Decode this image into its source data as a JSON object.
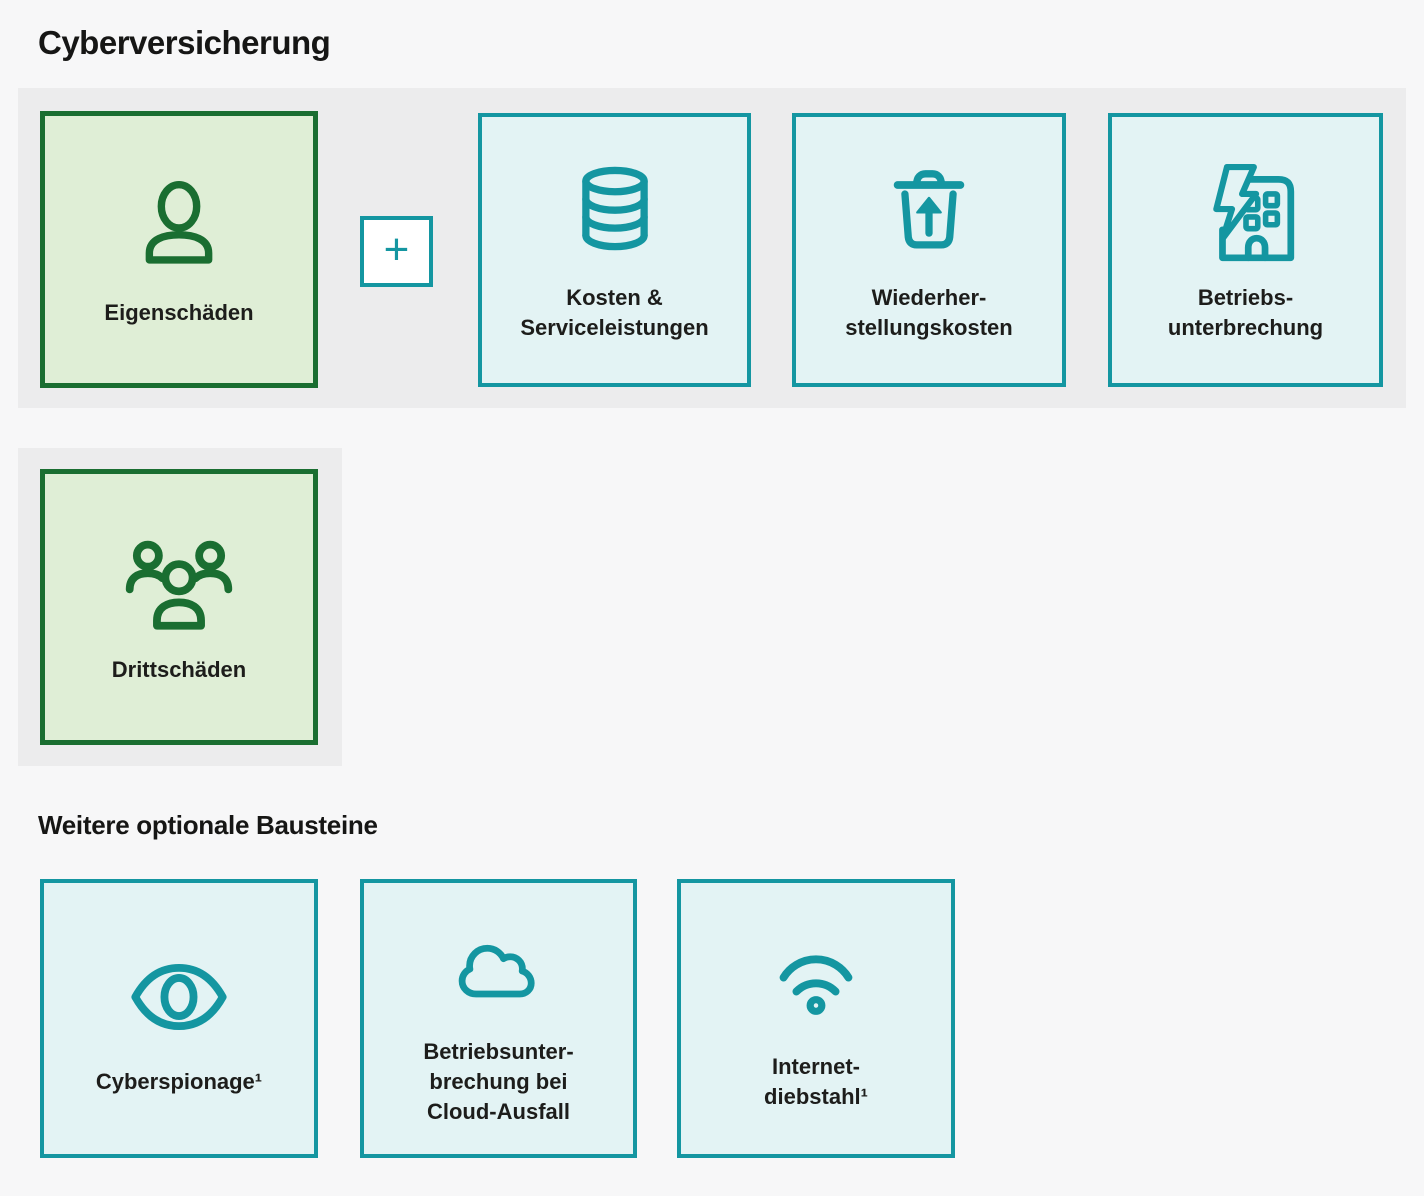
{
  "title": "Cyberversicherung",
  "optional_heading": "Weitere optionale Bausteine",
  "colors": {
    "page_bg": "#f7f7f8",
    "band_bg": "#ececed",
    "green_border": "#1a6e31",
    "green_fill": "#dfeed6",
    "teal_border": "#1496a1",
    "teal_fill": "#e3f3f4",
    "plus_bg": "#ffffff",
    "text": "#1d1d1b"
  },
  "modules": {
    "eigenschaeden": {
      "label": "Eigenschäden",
      "icon": "person-icon",
      "variant": "green"
    },
    "plus": {
      "symbol": "+"
    },
    "kosten": {
      "label_lines": [
        "Kosten &",
        "Serviceleistungen"
      ],
      "icon": "database-icon",
      "variant": "teal"
    },
    "wiederherstellung": {
      "label_lines": [
        "Wiederher-",
        "stellungskosten"
      ],
      "icon": "trash-restore-icon",
      "variant": "teal"
    },
    "betriebsunterbrechung": {
      "label_lines": [
        "Betriebs-",
        "unterbrechung"
      ],
      "icon": "building-lightning-icon",
      "variant": "teal"
    },
    "drittschaeden": {
      "label": "Drittschäden",
      "icon": "users-icon",
      "variant": "green"
    },
    "optional": [
      {
        "label_lines": [
          "Cyberspionage¹"
        ],
        "icon": "eye-icon",
        "variant": "teal"
      },
      {
        "label_lines": [
          "Betriebsunter-",
          "brechung bei",
          "Cloud-Ausfall"
        ],
        "icon": "cloud-icon",
        "variant": "teal"
      },
      {
        "label_lines": [
          "Internet-",
          "diebstahl¹"
        ],
        "icon": "wifi-icon",
        "variant": "teal"
      }
    ]
  }
}
